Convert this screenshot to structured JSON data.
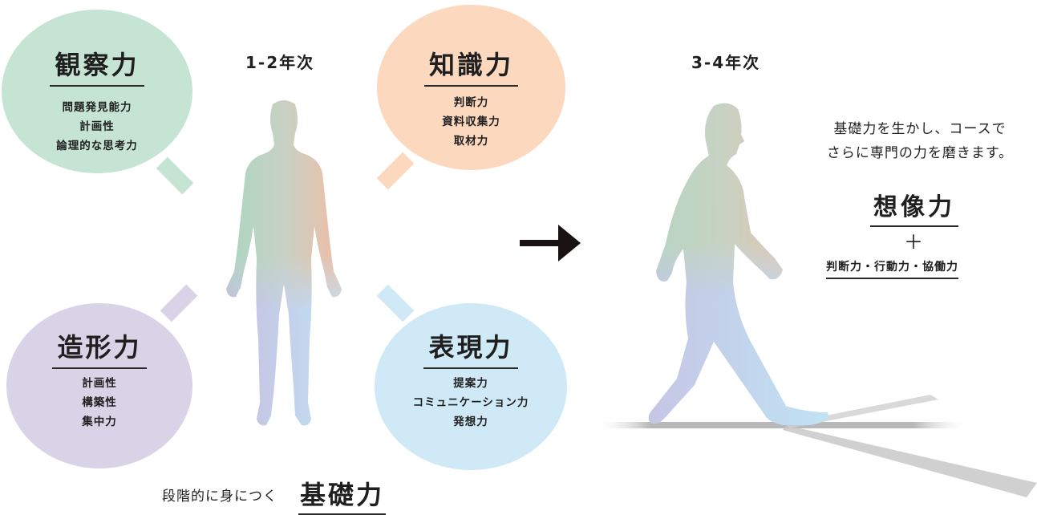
{
  "bubbles": {
    "observation": {
      "title": "観察力",
      "items": [
        "問題発見能力",
        "計画性",
        "論理的な思考力"
      ],
      "color": "#c5e4d4"
    },
    "knowledge": {
      "title": "知識力",
      "items": [
        "判断力",
        "資料収集力",
        "取材力"
      ],
      "color": "#fbd8be"
    },
    "modeling": {
      "title": "造形力",
      "items": [
        "計画性",
        "構築性",
        "集中力"
      ],
      "color": "#d8d3e6"
    },
    "expression": {
      "title": "表現力",
      "items": [
        "提案力",
        "コミュニケーション力",
        "発想力"
      ],
      "color": "#cfe9f7"
    }
  },
  "years": {
    "early": "1-2年次",
    "late": "3-4年次"
  },
  "description": {
    "line1": "基礎力を生かし、コースで",
    "line2": "さらに専門の力を磨きます。"
  },
  "focus": {
    "title": "想像力",
    "plus": "＋",
    "skills": "判断力・行動力・協働力"
  },
  "footer": {
    "prefix": "段階的に身につく",
    "main": "基礎力"
  },
  "colors": {
    "green": "#a8d8c0",
    "orange": "#f7b9a0",
    "purple": "#c8bce0",
    "blue": "#bfe4f4",
    "arrow": "#1a1212",
    "shadow": "#b8b8b8"
  },
  "icons": {
    "arrow": "right-arrow-icon"
  }
}
